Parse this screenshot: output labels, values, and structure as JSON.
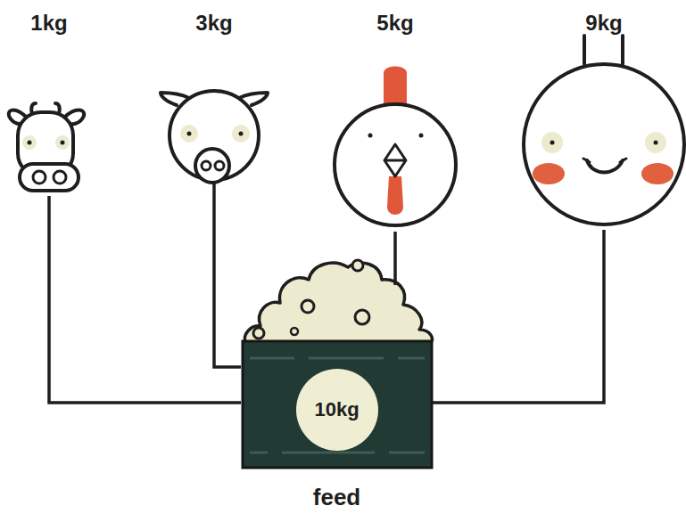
{
  "diagram": {
    "nodes": [
      {
        "text": [
          "1kg"
        ]
      },
      {
        "text": [
          "3kg"
        ]
      },
      {
        "text": [
          "5kg"
        ]
      },
      {
        "text": [
          "9kg"
        ]
      },
      {
        "text": [
          "10kg",
          "feed"
        ]
      }
    ],
    "edges": [
      {
        "from": 0,
        "to": 4,
        "arrow": "none"
      },
      {
        "from": 1,
        "to": 4,
        "arrow": "none"
      },
      {
        "from": 2,
        "to": 4,
        "arrow": "none"
      },
      {
        "from": 3,
        "to": 4,
        "arrow": "none"
      }
    ]
  }
}
